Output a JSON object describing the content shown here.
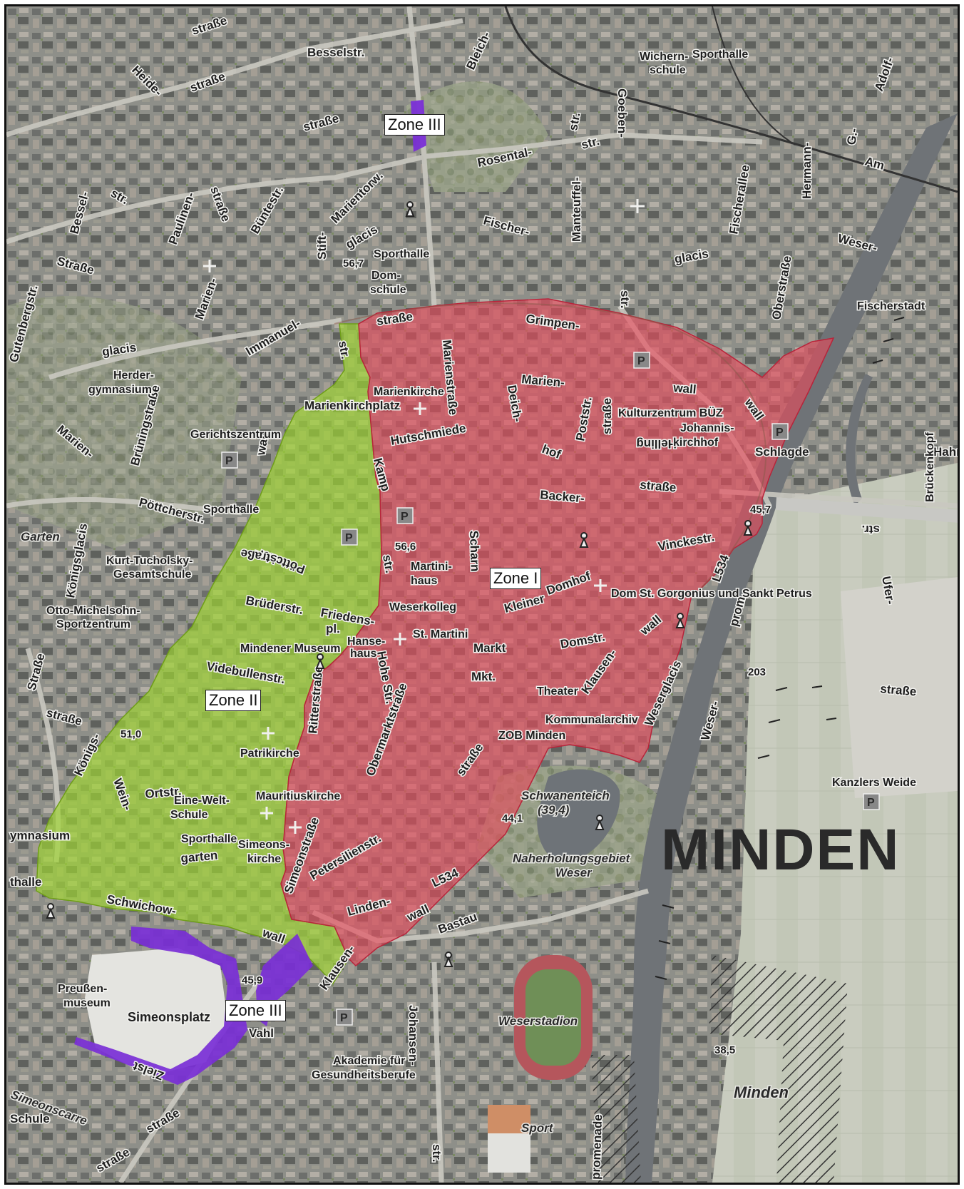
{
  "map": {
    "city_label": "MINDEN",
    "zones": [
      {
        "id": "zone-1",
        "label": "Zone I",
        "color": "#e8485a"
      },
      {
        "id": "zone-2",
        "label": "Zone II",
        "color": "#9fd632"
      },
      {
        "id": "zone-3-north",
        "label": "Zone III",
        "color": "#7a2fd6"
      },
      {
        "id": "zone-3-south",
        "label": "Zone III",
        "color": "#7a2fd6"
      }
    ],
    "places": [
      "Wichern-",
      "schule",
      "Sporthalle",
      "Sporthalle",
      "Dom-",
      "schule",
      "Fischerstadt",
      "Herder-",
      "gymnasium",
      "Gerichtszentrum",
      "Sporthalle",
      "Kurt-Tucholsky-",
      "Gesamtschule",
      "Otto-Michelsohn-",
      "Sportzentrum",
      "Mindener Museum",
      "Hanse-",
      "haus",
      "Martini-",
      "haus",
      "Weserkolleg",
      "St. Martini",
      "Marienkirche",
      "Kulturzentrum BÜZ",
      "Johannis-",
      "kirchhof",
      "Dom St. Gorgonius und Sankt Petrus",
      "Theater",
      "Kommunalarchiv",
      "ZOB Minden",
      "Patrikirche",
      "Mauritiuskirche",
      "Eine-Welt-",
      "Schule",
      "Sporthalle",
      "Simeons-",
      "kirche",
      "Preußen-",
      "museum",
      "Simeonsplatz",
      "Akademie für",
      "Gesundheitsberufe",
      "Weserstadion",
      "Kanzlers Weide",
      "Sport",
      "Minden",
      "Brückenkopf"
    ],
    "streets": [
      "Besselstr.",
      "straße",
      "Heide-",
      "straße",
      "straße",
      "Bleich-",
      "Goeben-",
      "str.",
      "str.",
      "Rosental-",
      "Manteuffel-",
      "str.",
      "Hermann-",
      "G.-",
      "Adolf-",
      "Am",
      "Weser-",
      "Fischerallee",
      "Fischer-",
      "glacis",
      "Marientorw.",
      "glacis",
      "Stift-",
      "Büntestr.",
      "Paulinen-",
      "straße",
      "Bessel-",
      "str.",
      "Straße",
      "Marien-",
      "Immanuel-",
      "str.",
      "Grimpen-",
      "straße",
      "glacis",
      "Oberstraße",
      "Marien-",
      "wall",
      "wall",
      "Schlagde",
      "Marienstraße",
      "Deich-",
      "hof",
      "Poststr.",
      "straße",
      "Hutschmiede",
      "Backer-",
      "straße",
      "Helling",
      "Vinckestr.",
      "L534",
      "Marienkirchplatz",
      "Kamp",
      "wall",
      "Pöttcherstr.",
      "Garten",
      "Königsglacis",
      "Pöttcher-",
      "straße",
      "str.",
      "Scharn",
      "Domhof",
      "Kleiner",
      "Brüderstr.",
      "Friedens-",
      "pl.",
      "Markt",
      "Domstr.",
      "wall",
      "Mkt.",
      "Klausen-",
      "Weserglacis",
      "Videbullenstr.",
      "Hohe Str.",
      "Obermarktstraße",
      "Ritterstraße",
      "straße",
      "Königs-",
      "straße",
      "Ortstr.",
      "Wein-",
      "garten",
      "Simeonstraße",
      "Petersilienstr.",
      "Linden-",
      "wall",
      "L534",
      "Schwichow-",
      "wall",
      "Klausen-",
      "Bastau",
      "Johansen-",
      "str.",
      "Weser-",
      "prom.",
      "Ufer-",
      "str.",
      "straße",
      "promenade",
      "straße",
      "Gutenbergstr.",
      "Brüningstraße",
      "Marien-",
      "Straße",
      "Simeonscarre",
      "Zielst",
      "Vahl",
      "straße",
      "Hahnr",
      "Schule",
      "thalle",
      "ymnasium"
    ],
    "elevations": [
      "56,7",
      "56,6",
      "45,7",
      "51,0",
      "44,1",
      "45,9",
      "38,5",
      "203"
    ],
    "water": [
      "Schwanenteich",
      "(39,4)",
      "Naherholungsgebiet",
      "Weser"
    ],
    "parking_symbol": "P"
  }
}
